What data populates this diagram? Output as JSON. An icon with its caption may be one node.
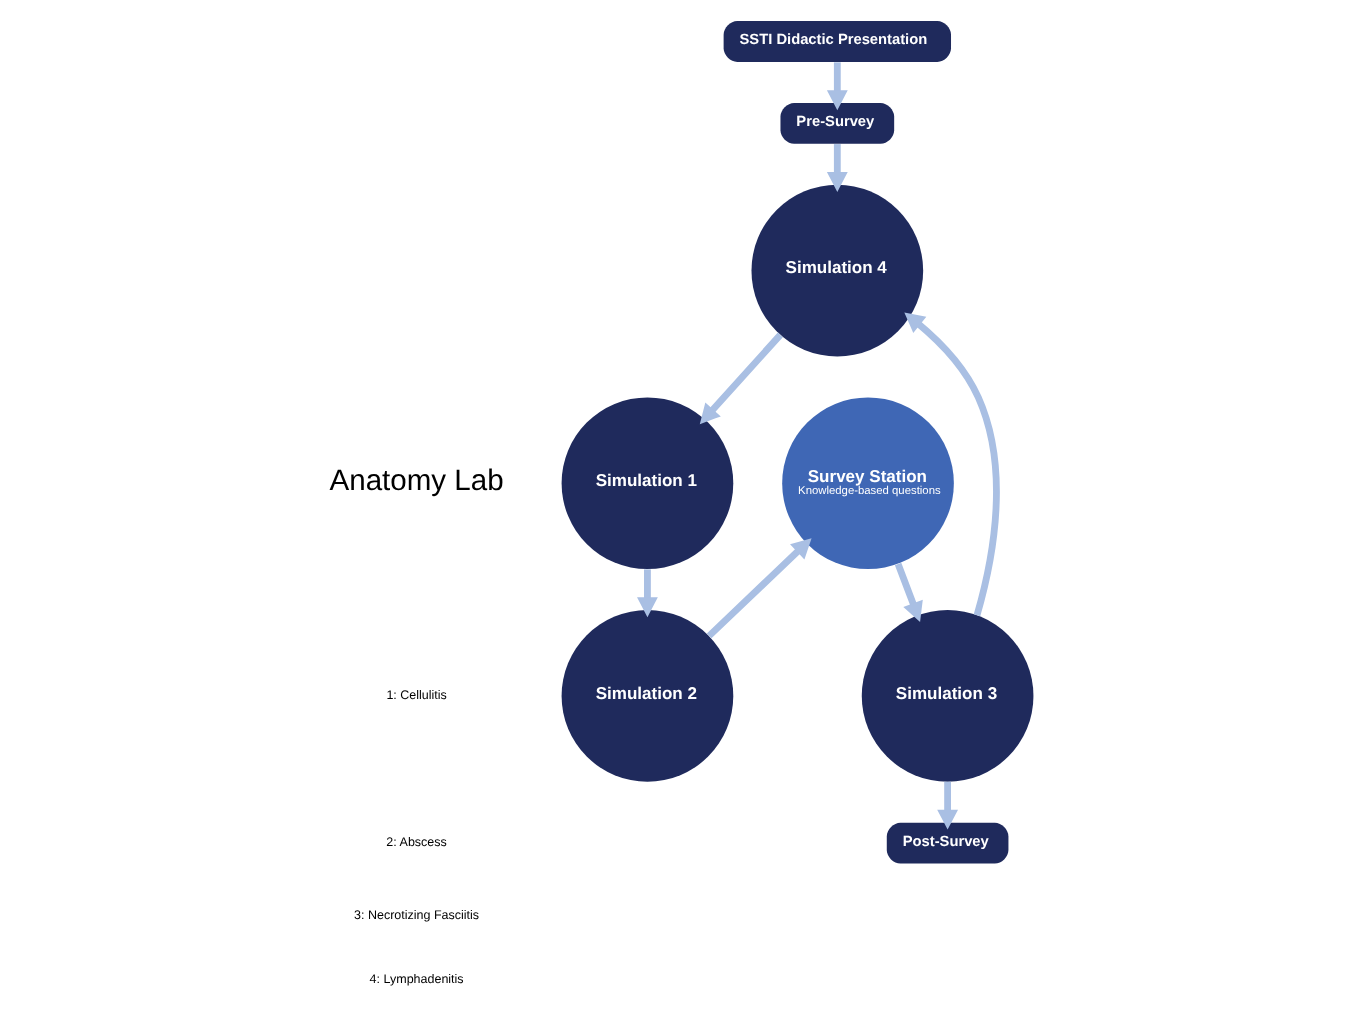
{
  "diagram": {
    "nodes": [
      {
        "text": [
          "SSTI Didactic Presentation"
        ]
      },
      {
        "text": [
          "Pre-Survey"
        ]
      },
      {
        "text": [
          "Simulation 4"
        ]
      },
      {
        "text": [
          "Simulation 1"
        ]
      },
      {
        "text": [
          "Simulation 2"
        ]
      },
      {
        "text": [
          "Survey Station",
          "Knowledge-based questions"
        ]
      },
      {
        "text": [
          "Simulation 3"
        ]
      },
      {
        "text": [
          "Post-Survey"
        ]
      }
    ],
    "edges": [
      {
        "from": 0,
        "to": 1,
        "arrow": "to"
      },
      {
        "from": 1,
        "to": 2,
        "arrow": "to"
      },
      {
        "from": 2,
        "to": 3,
        "arrow": "to"
      },
      {
        "from": 3,
        "to": 4,
        "arrow": "to"
      },
      {
        "from": 4,
        "to": 5,
        "arrow": "to"
      },
      {
        "from": 5,
        "to": 6,
        "arrow": "to"
      },
      {
        "from": 6,
        "to": 2,
        "arrow": "to"
      },
      {
        "from": 6,
        "to": 7,
        "arrow": "to"
      }
    ],
    "labels": [
      "Anatomy Lab",
      "1: Cellulitis",
      "2: Abscess",
      "3: Necrotizing Fasciitis",
      "4: Lymphadenitis"
    ]
  }
}
